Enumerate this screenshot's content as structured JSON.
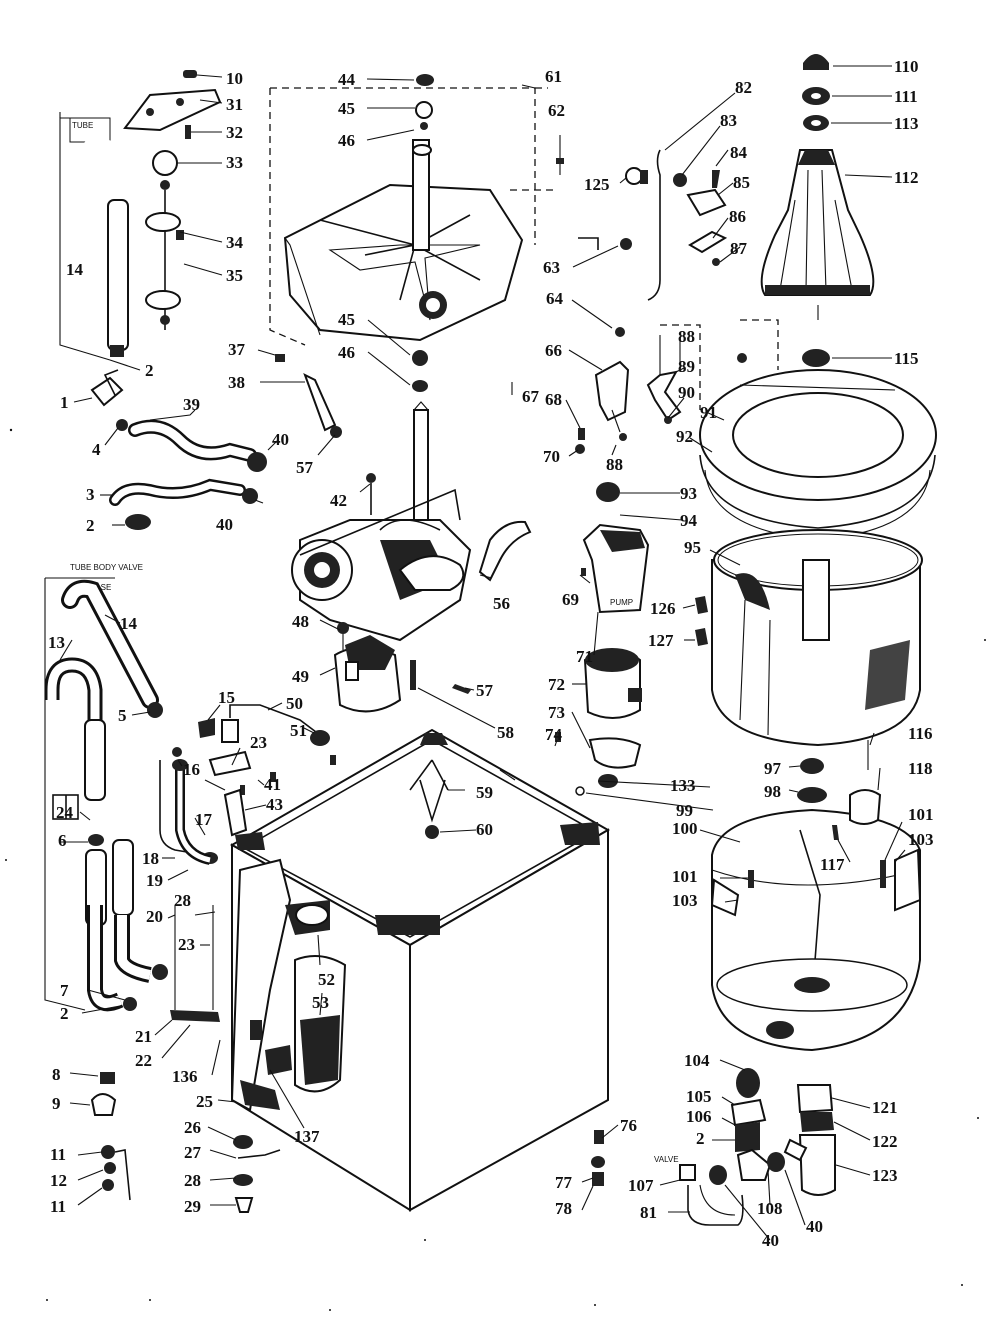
{
  "notes": {
    "tube_group_top": "TUBE",
    "tube_group_bottom": "TUBE BODY VALVE",
    "tube_group_bottom_2": "BASE",
    "valve_label": "VALVE",
    "pump_label": "PUMP"
  },
  "labels": [
    {
      "id": "l10",
      "text": "10"
    },
    {
      "id": "l31",
      "text": "31"
    },
    {
      "id": "l32",
      "text": "32"
    },
    {
      "id": "l33",
      "text": "33"
    },
    {
      "id": "l34",
      "text": "34"
    },
    {
      "id": "l35",
      "text": "35"
    },
    {
      "id": "l14a",
      "text": "14"
    },
    {
      "id": "l2a",
      "text": "2"
    },
    {
      "id": "l1",
      "text": "1"
    },
    {
      "id": "l39",
      "text": "39"
    },
    {
      "id": "l4",
      "text": "4"
    },
    {
      "id": "l40a",
      "text": "40"
    },
    {
      "id": "l3",
      "text": "3"
    },
    {
      "id": "l40b",
      "text": "40"
    },
    {
      "id": "l2b",
      "text": "2"
    },
    {
      "id": "l44",
      "text": "44"
    },
    {
      "id": "l45a",
      "text": "45"
    },
    {
      "id": "l46a",
      "text": "46"
    },
    {
      "id": "l61",
      "text": "61"
    },
    {
      "id": "l62",
      "text": "62"
    },
    {
      "id": "l45b",
      "text": "45"
    },
    {
      "id": "l46b",
      "text": "46"
    },
    {
      "id": "l37",
      "text": "37"
    },
    {
      "id": "l38",
      "text": "38"
    },
    {
      "id": "l57a",
      "text": "57"
    },
    {
      "id": "l67",
      "text": "67"
    },
    {
      "id": "l42",
      "text": "42"
    },
    {
      "id": "l82",
      "text": "82"
    },
    {
      "id": "l83",
      "text": "83"
    },
    {
      "id": "l84",
      "text": "84"
    },
    {
      "id": "l85",
      "text": "85"
    },
    {
      "id": "l125",
      "text": "125"
    },
    {
      "id": "l86",
      "text": "86"
    },
    {
      "id": "l87",
      "text": "87"
    },
    {
      "id": "l63",
      "text": "63"
    },
    {
      "id": "l64",
      "text": "64"
    },
    {
      "id": "l66",
      "text": "66"
    },
    {
      "id": "l68",
      "text": "68"
    },
    {
      "id": "l70",
      "text": "70"
    },
    {
      "id": "l88a",
      "text": "88"
    },
    {
      "id": "l88b",
      "text": "88"
    },
    {
      "id": "l89",
      "text": "89"
    },
    {
      "id": "l90",
      "text": "90"
    },
    {
      "id": "l91",
      "text": "91"
    },
    {
      "id": "l92",
      "text": "92"
    },
    {
      "id": "l93",
      "text": "93"
    },
    {
      "id": "l94",
      "text": "94"
    },
    {
      "id": "l95",
      "text": "95"
    },
    {
      "id": "l110",
      "text": "110"
    },
    {
      "id": "l111",
      "text": "111"
    },
    {
      "id": "l113",
      "text": "113"
    },
    {
      "id": "l112",
      "text": "112"
    },
    {
      "id": "l115",
      "text": "115"
    },
    {
      "id": "l56",
      "text": "56"
    },
    {
      "id": "l69",
      "text": "69"
    },
    {
      "id": "l71",
      "text": "71"
    },
    {
      "id": "l126",
      "text": "126"
    },
    {
      "id": "l127",
      "text": "127"
    },
    {
      "id": "l72",
      "text": "72"
    },
    {
      "id": "l73",
      "text": "73"
    },
    {
      "id": "l74",
      "text": "74"
    },
    {
      "id": "l48",
      "text": "48"
    },
    {
      "id": "l49",
      "text": "49"
    },
    {
      "id": "l57b",
      "text": "57"
    },
    {
      "id": "l58",
      "text": "58"
    },
    {
      "id": "l13",
      "text": "13"
    },
    {
      "id": "l14b",
      "text": "14"
    },
    {
      "id": "l5",
      "text": "5"
    },
    {
      "id": "l15",
      "text": "15"
    },
    {
      "id": "l50",
      "text": "50"
    },
    {
      "id": "l51",
      "text": "51"
    },
    {
      "id": "l16",
      "text": "16"
    },
    {
      "id": "l23a",
      "text": "23"
    },
    {
      "id": "l41",
      "text": "41"
    },
    {
      "id": "l43",
      "text": "43"
    },
    {
      "id": "l24",
      "text": "24"
    },
    {
      "id": "l6",
      "text": "6"
    },
    {
      "id": "l17",
      "text": "17"
    },
    {
      "id": "l59",
      "text": "59"
    },
    {
      "id": "l60",
      "text": "60"
    },
    {
      "id": "l18",
      "text": "18"
    },
    {
      "id": "l19",
      "text": "19"
    },
    {
      "id": "l20",
      "text": "20"
    },
    {
      "id": "l28",
      "text": "28"
    },
    {
      "id": "l23b",
      "text": "23"
    },
    {
      "id": "l52",
      "text": "52"
    },
    {
      "id": "l53",
      "text": "53"
    },
    {
      "id": "l7",
      "text": "7"
    },
    {
      "id": "l2c",
      "text": "2"
    },
    {
      "id": "l21",
      "text": "21"
    },
    {
      "id": "l22",
      "text": "22"
    },
    {
      "id": "l136",
      "text": "136"
    },
    {
      "id": "l8",
      "text": "8"
    },
    {
      "id": "l9",
      "text": "9"
    },
    {
      "id": "l25",
      "text": "25"
    },
    {
      "id": "l137",
      "text": "137"
    },
    {
      "id": "l26",
      "text": "26"
    },
    {
      "id": "l27",
      "text": "27"
    },
    {
      "id": "l28b",
      "text": "28"
    },
    {
      "id": "l29",
      "text": "29"
    },
    {
      "id": "l11a",
      "text": "11"
    },
    {
      "id": "l12",
      "text": "12"
    },
    {
      "id": "l11b",
      "text": "11"
    },
    {
      "id": "l97",
      "text": "97"
    },
    {
      "id": "l98",
      "text": "98"
    },
    {
      "id": "l133",
      "text": "133"
    },
    {
      "id": "l99",
      "text": "99"
    },
    {
      "id": "l100",
      "text": "100"
    },
    {
      "id": "l116",
      "text": "116"
    },
    {
      "id": "l118",
      "text": "118"
    },
    {
      "id": "l101a",
      "text": "101"
    },
    {
      "id": "l103a",
      "text": "103"
    },
    {
      "id": "l117",
      "text": "117"
    },
    {
      "id": "l101b",
      "text": "101"
    },
    {
      "id": "l103b",
      "text": "103"
    },
    {
      "id": "l104",
      "text": "104"
    },
    {
      "id": "l105",
      "text": "105"
    },
    {
      "id": "l106",
      "text": "106"
    },
    {
      "id": "l2d",
      "text": "2"
    },
    {
      "id": "l121",
      "text": "121"
    },
    {
      "id": "l122",
      "text": "122"
    },
    {
      "id": "l123",
      "text": "123"
    },
    {
      "id": "l76",
      "text": "76"
    },
    {
      "id": "l77",
      "text": "77"
    },
    {
      "id": "l78",
      "text": "78"
    },
    {
      "id": "l107",
      "text": "107"
    },
    {
      "id": "l108",
      "text": "108"
    },
    {
      "id": "l40c",
      "text": "40"
    },
    {
      "id": "l81",
      "text": "81"
    },
    {
      "id": "l40d",
      "text": "40"
    }
  ]
}
